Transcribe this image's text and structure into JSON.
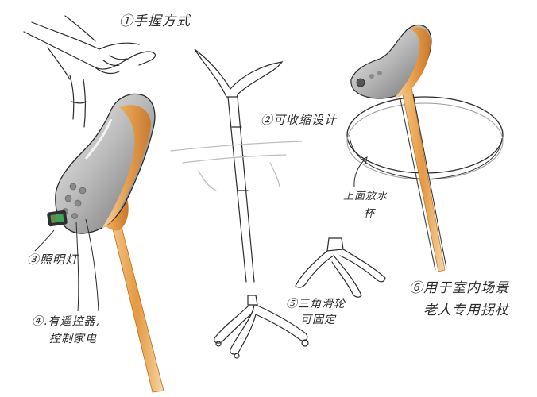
{
  "annotations": {
    "grip": "①手握方式",
    "fold": "②可收缩设计",
    "water_line1": "上面放水",
    "water_line2": "杯",
    "light": "③照明灯",
    "remote_line1": "④.有遥控器,",
    "remote_line2": "控制家电",
    "tripod_line1": "⑤三角滑轮",
    "tripod_line2": "可固定",
    "indoor_line1": "⑥用于室内场景",
    "indoor_line2": "老人专用拐杖"
  },
  "colors": {
    "ink": "#2a2a2a",
    "orange": "#e39a3c",
    "orange_light": "#f6c98a",
    "grey_shell": "#9a9a9a",
    "grey_light": "#d8d8d8",
    "screen_green": "#3aa655"
  }
}
